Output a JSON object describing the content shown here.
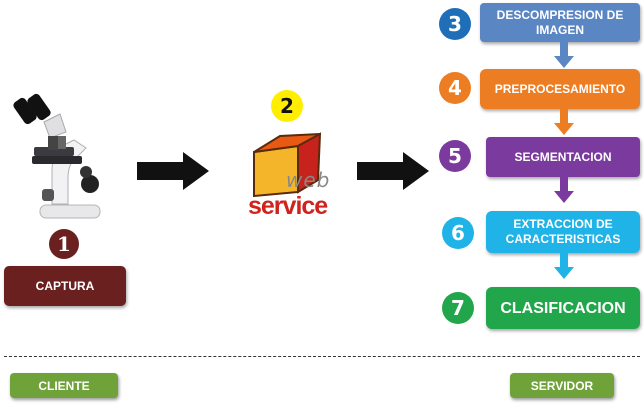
{
  "steps": [
    {
      "number": "1",
      "label": "CAPTURA",
      "color": "#6b2020"
    },
    {
      "number": "2",
      "label": "",
      "color": "#ffee00"
    },
    {
      "number": "3",
      "label": "DESCOMPRESION DE IMAGEN",
      "color": "#5b86c4"
    },
    {
      "number": "4",
      "label": "PREPROCESAMIENTO",
      "color": "#ed7d22"
    },
    {
      "number": "5",
      "label": "SEGMENTACION",
      "color": "#7b3a9e"
    },
    {
      "number": "6",
      "label": "EXTRACCION DE CARACTERISTICAS",
      "color": "#1fb3e8"
    },
    {
      "number": "7",
      "label": "CLASIFICACION",
      "color": "#21a64b"
    }
  ],
  "logo": {
    "top_text": "web",
    "bottom_text": "service"
  },
  "footer": {
    "left_label": "CLIENTE",
    "right_label": "SERVIDOR",
    "pill_color": "#70a23a"
  }
}
